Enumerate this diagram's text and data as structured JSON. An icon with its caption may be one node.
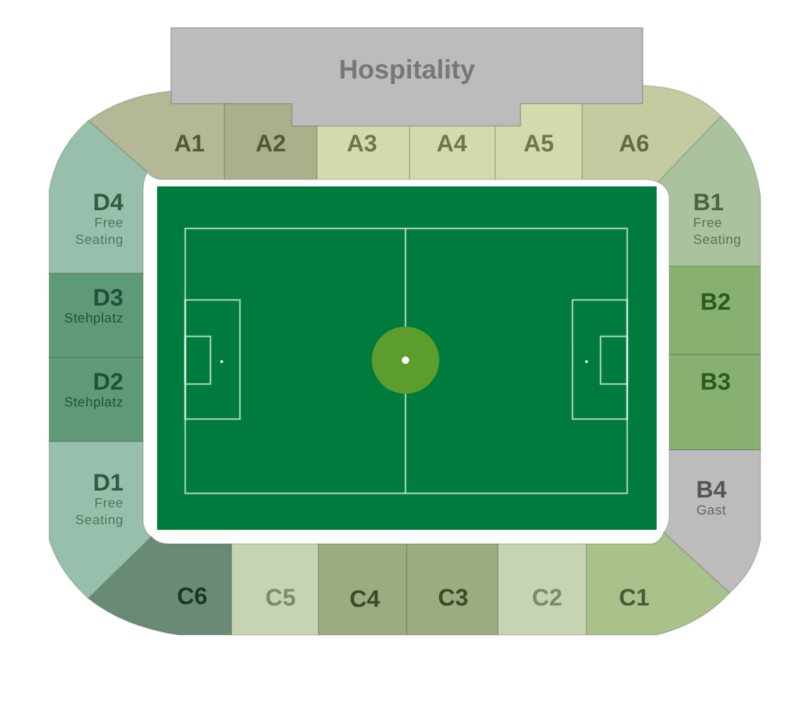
{
  "diagram": {
    "nodes": [
      {
        "text": [
          "Hospitality"
        ]
      },
      {
        "text": [
          "A1"
        ]
      },
      {
        "text": [
          "A2"
        ]
      },
      {
        "text": [
          "A3"
        ]
      },
      {
        "text": [
          "A4"
        ]
      },
      {
        "text": [
          "A5"
        ]
      },
      {
        "text": [
          "A6"
        ]
      },
      {
        "text": [
          "D4",
          "Free Seating"
        ]
      },
      {
        "text": [
          "B1",
          "Free Seating"
        ]
      },
      {
        "text": [
          "D3",
          "Stehplatz"
        ]
      },
      {
        "text": [
          "B2"
        ]
      },
      {
        "text": [
          "D2",
          "Stehplatz"
        ]
      },
      {
        "text": [
          "B3"
        ]
      },
      {
        "text": [
          "D1",
          "Free Seating"
        ]
      },
      {
        "text": [
          "B4",
          "Gast"
        ]
      },
      {
        "text": [
          "C6"
        ]
      },
      {
        "text": [
          "C5"
        ]
      },
      {
        "text": [
          "C4"
        ]
      },
      {
        "text": [
          "C3"
        ]
      },
      {
        "text": [
          "C2"
        ]
      },
      {
        "text": [
          "C1"
        ]
      }
    ]
  }
}
